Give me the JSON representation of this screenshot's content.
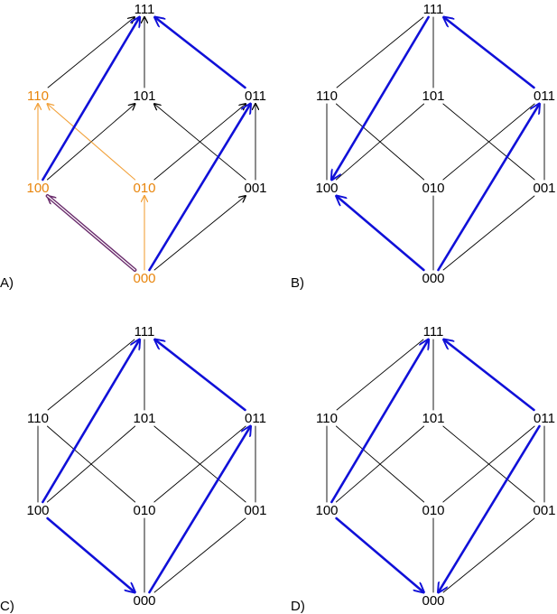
{
  "colors": {
    "default_text": "#000000",
    "highlight_text": "#e8850c",
    "blue_arrow": "#1010d8",
    "thin_edge": "#000000",
    "orange_edge": "#f2a23c",
    "purple_edge": "#6a2c6c"
  },
  "panels": [
    {
      "id": "A",
      "label": "A)",
      "highlighted_nodes": [
        "000",
        "100",
        "010",
        "110"
      ],
      "thin_edges": [
        {
          "from": "000",
          "to": "001",
          "arrow": true
        },
        {
          "from": "010",
          "to": "011",
          "arrow": true
        },
        {
          "from": "100",
          "to": "101",
          "arrow": true
        },
        {
          "from": "110",
          "to": "111",
          "arrow": true
        },
        {
          "from": "001",
          "to": "011",
          "arrow": true
        },
        {
          "from": "001",
          "to": "101",
          "arrow": true
        },
        {
          "from": "101",
          "to": "111",
          "arrow": true
        }
      ],
      "orange_edges": [
        {
          "from": "000",
          "to": "010",
          "arrow": true
        },
        {
          "from": "100",
          "to": "110",
          "arrow": true
        },
        {
          "from": "010",
          "to": "110",
          "arrow": true
        }
      ],
      "purple_edges": [
        {
          "from": "000",
          "to": "100",
          "arrow": true
        }
      ],
      "blue_edges": [
        {
          "from": "100",
          "to": "111"
        },
        {
          "from": "000",
          "to": "011"
        },
        {
          "from": "011",
          "to": "111"
        }
      ]
    },
    {
      "id": "B",
      "label": "B)",
      "highlighted_nodes": [],
      "thin_edges": [
        {
          "from": "000",
          "to": "010",
          "arrow": false
        },
        {
          "from": "000",
          "to": "001",
          "arrow": false
        },
        {
          "from": "100",
          "to": "110",
          "arrow": false
        },
        {
          "from": "100",
          "to": "101",
          "arrow": false
        },
        {
          "from": "010",
          "to": "110",
          "arrow": false
        },
        {
          "from": "010",
          "to": "011",
          "arrow": false
        },
        {
          "from": "001",
          "to": "101",
          "arrow": false
        },
        {
          "from": "001",
          "to": "011",
          "arrow": false
        },
        {
          "from": "110",
          "to": "111",
          "arrow": false
        },
        {
          "from": "101",
          "to": "111",
          "arrow": false
        }
      ],
      "orange_edges": [],
      "purple_edges": [],
      "blue_edges": [
        {
          "from": "000",
          "to": "100"
        },
        {
          "from": "111",
          "to": "100"
        },
        {
          "from": "000",
          "to": "011"
        },
        {
          "from": "011",
          "to": "111"
        }
      ]
    },
    {
      "id": "C",
      "label": "C)",
      "highlighted_nodes": [],
      "thin_edges": [
        {
          "from": "000",
          "to": "010",
          "arrow": false
        },
        {
          "from": "000",
          "to": "001",
          "arrow": false
        },
        {
          "from": "100",
          "to": "110",
          "arrow": false
        },
        {
          "from": "100",
          "to": "101",
          "arrow": false
        },
        {
          "from": "010",
          "to": "110",
          "arrow": false
        },
        {
          "from": "010",
          "to": "011",
          "arrow": false
        },
        {
          "from": "001",
          "to": "101",
          "arrow": false
        },
        {
          "from": "001",
          "to": "011",
          "arrow": false
        },
        {
          "from": "110",
          "to": "111",
          "arrow": false
        },
        {
          "from": "101",
          "to": "111",
          "arrow": false
        }
      ],
      "orange_edges": [],
      "purple_edges": [],
      "blue_edges": [
        {
          "from": "100",
          "to": "000"
        },
        {
          "from": "100",
          "to": "111"
        },
        {
          "from": "000",
          "to": "011"
        },
        {
          "from": "011",
          "to": "111"
        }
      ]
    },
    {
      "id": "D",
      "label": "D)",
      "highlighted_nodes": [],
      "thin_edges": [
        {
          "from": "000",
          "to": "010",
          "arrow": false
        },
        {
          "from": "000",
          "to": "001",
          "arrow": false
        },
        {
          "from": "100",
          "to": "110",
          "arrow": false
        },
        {
          "from": "100",
          "to": "101",
          "arrow": false
        },
        {
          "from": "010",
          "to": "110",
          "arrow": false
        },
        {
          "from": "010",
          "to": "011",
          "arrow": false
        },
        {
          "from": "001",
          "to": "101",
          "arrow": false
        },
        {
          "from": "001",
          "to": "011",
          "arrow": false
        },
        {
          "from": "110",
          "to": "111",
          "arrow": false
        },
        {
          "from": "101",
          "to": "111",
          "arrow": false
        }
      ],
      "orange_edges": [],
      "purple_edges": [],
      "blue_edges": [
        {
          "from": "100",
          "to": "000"
        },
        {
          "from": "100",
          "to": "111"
        },
        {
          "from": "011",
          "to": "000"
        },
        {
          "from": "011",
          "to": "111"
        }
      ]
    }
  ]
}
